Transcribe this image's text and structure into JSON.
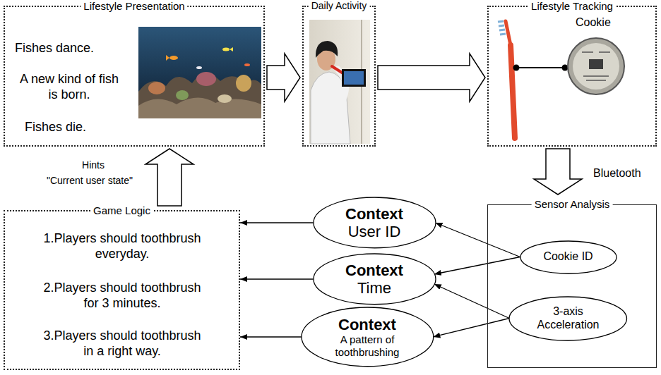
{
  "diagram": {
    "nodes": [
      {
        "text": [
          "Lifestyle Presentation",
          "Fishes dance.",
          "A new kind of fish is born.",
          "Fishes die."
        ]
      },
      {
        "text": [
          "Daily Activity"
        ]
      },
      {
        "text": [
          "Lifestyle Tracking",
          "Cookie"
        ]
      },
      {
        "text": [
          "Game Logic",
          "1.Players should toothbrush everyday.",
          "2.Players should toothbrush for 3 minutes.",
          "3.Players should toothbrush in a right way."
        ]
      },
      {
        "text": [
          "Context",
          "User ID"
        ]
      },
      {
        "text": [
          "Context",
          "Time"
        ]
      },
      {
        "text": [
          "Context",
          "A pattern of toothbrushing"
        ]
      },
      {
        "text": [
          "Sensor Analysis"
        ]
      },
      {
        "text": [
          "Cookie ID"
        ],
        "in": 7
      },
      {
        "text": [
          "3-axis Acceleration"
        ],
        "in": 7
      }
    ],
    "edges": [
      {
        "from": 0,
        "to": 1,
        "arrow": "to"
      },
      {
        "from": 1,
        "to": 2,
        "arrow": "to"
      },
      {
        "from": 2,
        "to": 7,
        "arrow": "to",
        "label": "Bluetooth"
      },
      {
        "from": 8,
        "to": 4,
        "arrow": "to"
      },
      {
        "from": 8,
        "to": 5,
        "arrow": "to"
      },
      {
        "from": 9,
        "to": 5,
        "arrow": "to"
      },
      {
        "from": 9,
        "to": 6,
        "arrow": "to"
      },
      {
        "from": 4,
        "to": 3,
        "arrow": "to"
      },
      {
        "from": 5,
        "to": 3,
        "arrow": "to"
      },
      {
        "from": 6,
        "to": 3,
        "arrow": "to"
      },
      {
        "from": 3,
        "to": 0,
        "arrow": "to",
        "label": "Hints"
      }
    ],
    "labels": [
      "\"Current user state\""
    ]
  }
}
